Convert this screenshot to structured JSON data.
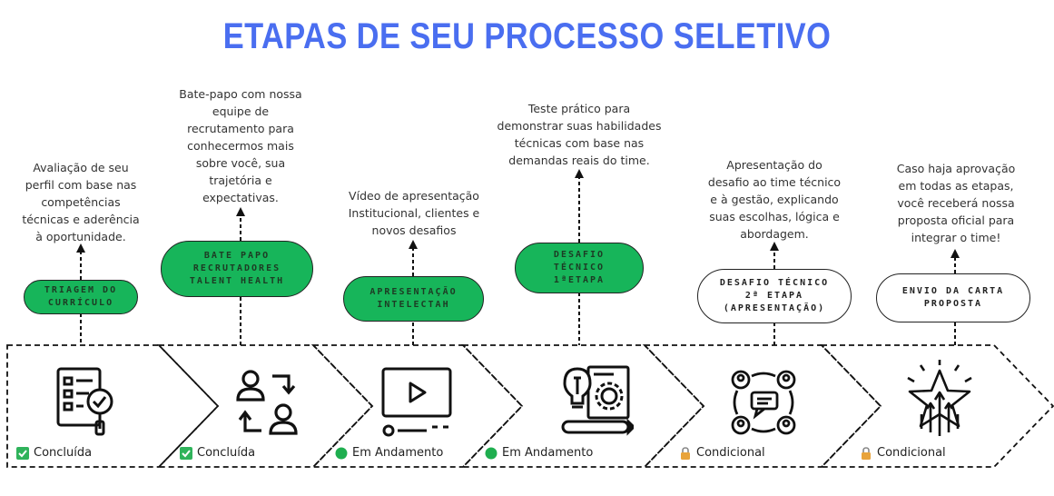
{
  "title": "ETAPAS DE SEU PROCESSO SELETIVO",
  "steps": [
    {
      "label": "TRIAGEM DO\nCURRÍCULO",
      "description": "Avaliação de seu\nperfil com base nas\ncompetências\ntécnicas e aderência\nà oportunidade.",
      "status": "Concluída",
      "status_icon": "check-icon",
      "icon": "checklist-magnifier-icon",
      "pill_style": "green"
    },
    {
      "label": "BATE PAPO\nRECRUTADORES\nTALENT HEALTH",
      "description": "Bate-papo com nossa\nequipe de\nrecrutamento para\nconhecermos mais\nsobre você, sua\ntrajetória e\nexpectativas.",
      "status": "Concluída",
      "status_icon": "check-icon",
      "icon": "people-exchange-icon",
      "pill_style": "green"
    },
    {
      "label": "APRESENTAÇÃO\nINTELECTAH",
      "description": "Vídeo de apresentação\nInstitucional, clientes e\nnovos desafios",
      "status": "Em Andamento",
      "status_icon": "green-circle-icon",
      "icon": "video-player-icon",
      "pill_style": "green"
    },
    {
      "label": "DESAFIO TÉCNICO\n1ªETAPA",
      "description": "Teste prático para\ndemonstrar suas habilidades\ntécnicas com base nas\ndemandas reais do time.",
      "status": "Em Andamento",
      "status_icon": "green-circle-icon",
      "icon": "idea-gear-document-icon",
      "pill_style": "green"
    },
    {
      "label": "DESAFIO TÉCNICO\n2ª ETAPA\n(APRESENTAÇÃO)",
      "description": "Apresentação do\ndesafio ao time técnico\ne à gestão, explicando\nsuas escolhas, lógica e\nabordagem.",
      "status": "Condicional",
      "status_icon": "lock-icon",
      "icon": "team-chat-cycle-icon",
      "pill_style": "white"
    },
    {
      "label": "ENVIO DA CARTA\nPROPOSTA",
      "description": "Caso haja aprovação\nem todas as etapas,\nvocê receberá nossa\nproposta oficial para\nintegrar o time!",
      "status": "Condicional",
      "status_icon": "lock-icon",
      "icon": "star-arrows-icon",
      "pill_style": "white"
    }
  ],
  "colors": {
    "title": "#4a6ef0",
    "pill_green": "#17b55a",
    "status_check": "#2fb35b",
    "status_progress": "#1fae4f",
    "status_lock": "#e8a33b"
  }
}
